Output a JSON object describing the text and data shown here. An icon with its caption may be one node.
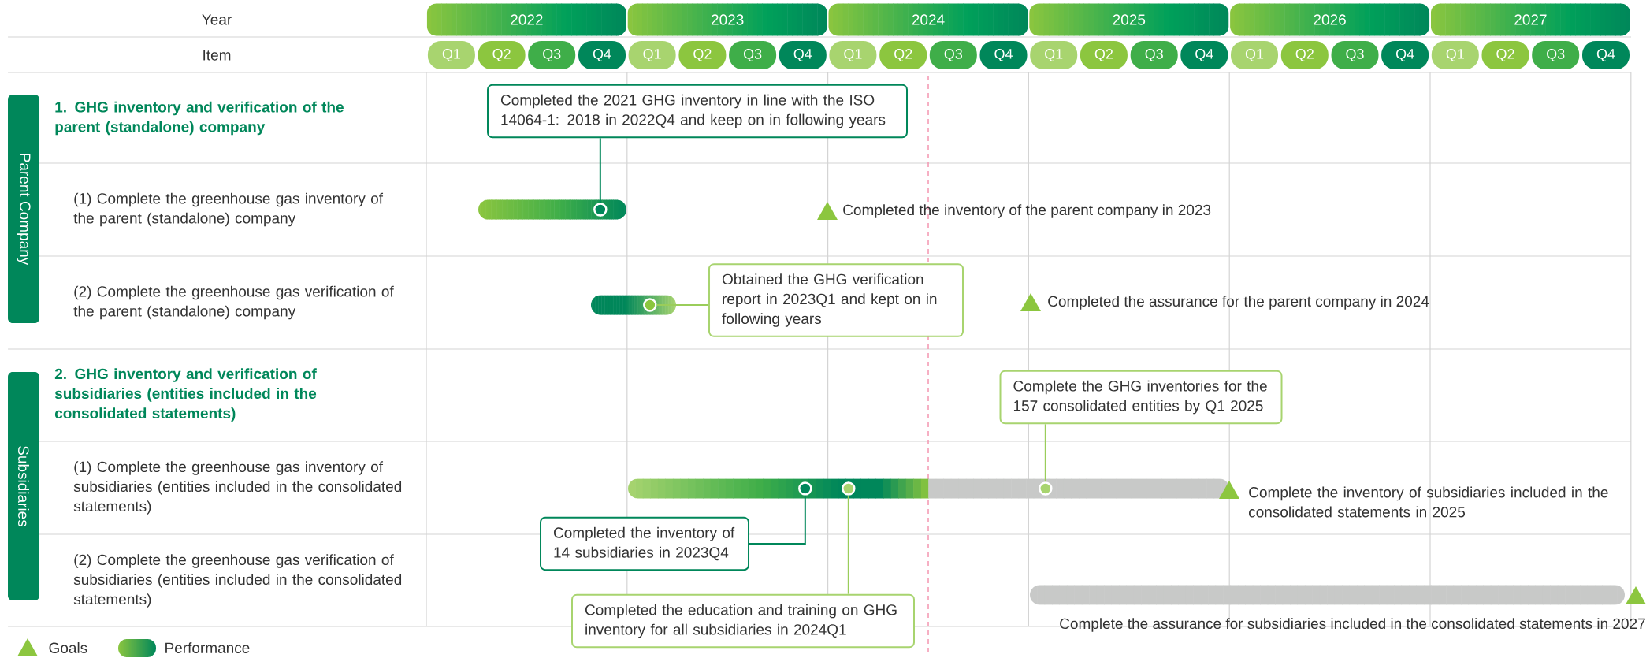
{
  "diagram": {
    "nodes": [
      {
        "text": [
          "2022"
        ]
      },
      {
        "text": [
          "2023"
        ]
      },
      {
        "text": [
          "2024"
        ]
      },
      {
        "text": [
          "2025"
        ]
      },
      {
        "text": [
          "2026"
        ]
      },
      {
        "text": [
          "2027"
        ]
      },
      {
        "text": [
          "Q1"
        ]
      },
      {
        "text": [
          "Q2"
        ]
      },
      {
        "text": [
          "Q3"
        ]
      },
      {
        "text": [
          "Q4"
        ]
      },
      {
        "text": [
          "Q1"
        ]
      },
      {
        "text": [
          "Q2"
        ]
      },
      {
        "text": [
          "Q3"
        ]
      },
      {
        "text": [
          "Q4"
        ]
      },
      {
        "text": [
          "Q1"
        ]
      },
      {
        "text": [
          "Q2"
        ]
      },
      {
        "text": [
          "Q3"
        ]
      },
      {
        "text": [
          "Q4"
        ]
      },
      {
        "text": [
          "Q1"
        ]
      },
      {
        "text": [
          "Q2"
        ]
      },
      {
        "text": [
          "Q3"
        ]
      },
      {
        "text": [
          "Q4"
        ]
      },
      {
        "text": [
          "Q1"
        ]
      },
      {
        "text": [
          "Q2"
        ]
      },
      {
        "text": [
          "Q3"
        ]
      },
      {
        "text": [
          "Q4"
        ]
      },
      {
        "text": [
          "Q1"
        ]
      },
      {
        "text": [
          "Q2"
        ]
      },
      {
        "text": [
          "Q3"
        ]
      },
      {
        "text": [
          "Q4"
        ]
      },
      {
        "text": [
          "Parent Company"
        ]
      },
      {
        "text": [
          "Subsidiaries"
        ]
      },
      {
        "text": [
          "Completed the 2021 GHG inventory in line with the ISO 14064-1: 2018 in 2022Q4 and keep on in following years"
        ]
      },
      {
        "text": [],
        "shape": "bar"
      },
      {
        "text": [],
        "shape": "circle",
        "in": 33
      },
      {
        "text": [],
        "shape": "bar"
      },
      {
        "text": [],
        "shape": "circle",
        "in": 35
      },
      {
        "text": [
          "Obtained the GHG verification report in 2023Q1 and kept on in following years"
        ]
      },
      {
        "text": [
          "Complete the GHG inventories for the 157 consolidated entities by Q1 2025"
        ]
      },
      {
        "text": [],
        "shape": "bar"
      },
      {
        "text": [],
        "shape": "circle",
        "in": 39
      },
      {
        "text": [],
        "shape": "circle",
        "in": 39
      },
      {
        "text": [],
        "shape": "circle",
        "in": 39
      },
      {
        "text": [
          "Completed the inventory of 14 subsidiaries in 2023Q4"
        ]
      },
      {
        "text": [
          "Completed the education and training on GHG inventory for all subsidiaries in 2024Q1"
        ]
      },
      {
        "text": [],
        "shape": "bar"
      }
    ],
    "edges": [
      {
        "from": 32,
        "to": 34,
        "arrow": "none",
        "color": "#00875a"
      },
      {
        "from": 37,
        "to": 36,
        "arrow": "none"
      },
      {
        "from": 38,
        "to": 42,
        "arrow": "none"
      },
      {
        "from": 43,
        "to": 40,
        "arrow": "none",
        "color": "#00875a"
      },
      {
        "from": 44,
        "to": 41,
        "arrow": "none"
      }
    ],
    "labels": [
      "Year",
      "Item",
      "1. GHG inventory and verification of the parent (standalone) company",
      "(1) Complete the greenhouse gas inventory of the parent (standalone) company",
      "(2) Complete the greenhouse gas verification of the parent (standalone) company",
      "2. GHG inventory and verification of subsidiaries (entities included in the consolidated statements)",
      "(1) Complete the greenhouse gas inventory of subsidiaries (entities included in the consolidated statements)",
      "(2) Complete the greenhouse gas verification of subsidiaries (entities included in the consolidated statements)",
      "Completed the inventory of the parent company in 2023",
      "Completed the assurance for the parent company in 2024",
      "Complete the inventory of subsidiaries included in the consolidated statements in 2025",
      "Complete the assurance for subsidiaries included in the consolidated statements in 2027"
    ],
    "legend": [
      {
        "text": "Goals"
      },
      {
        "text": "Performance"
      }
    ]
  }
}
